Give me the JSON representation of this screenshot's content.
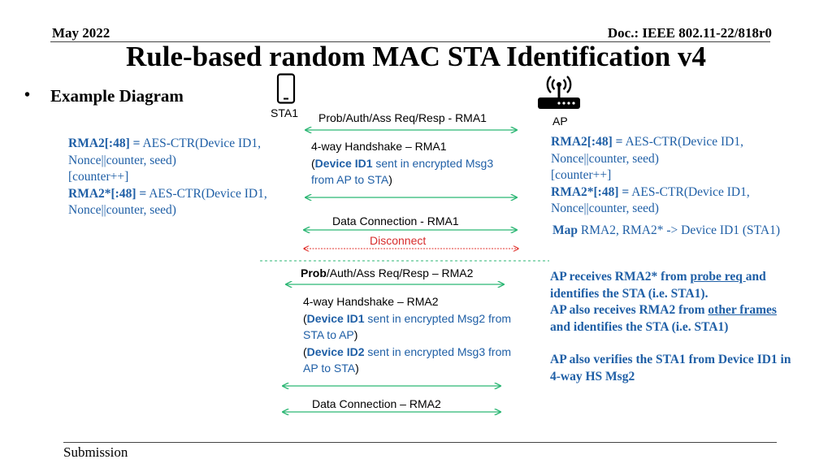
{
  "header": {
    "date": "May 2022",
    "doc": "Doc.: IEEE 802.11-22/818r0"
  },
  "title": "Rule-based random MAC STA Identification v4",
  "bullet": {
    "symbol": "•",
    "text": "Example Diagram"
  },
  "devices": {
    "sta_label": "STA1",
    "ap_label": "AP",
    "sta_icon": "smartphone-icon",
    "ap_icon": "wifi-router-icon"
  },
  "sta_calc": {
    "line1_bold": "RMA2[:48] =",
    "line1_rest": " AES-CTR(Device ID1,",
    "line2": "Nonce||counter, seed)",
    "line3": "[counter++]",
    "line4_bold": "RMA2*[:48] =",
    "line4_rest": " AES-CTR(Device ID1,",
    "line5": "Nonce||counter, seed)"
  },
  "ap_calc": {
    "line1_bold": "RMA2[:48] =",
    "line1_rest": " AES-CTR(Device ID1,",
    "line2": "Nonce||counter, seed)",
    "line3": "[counter++]",
    "line4_bold": "RMA2*[:48] =",
    "line4_rest": " AES-CTR(Device ID1,",
    "line5": "Nonce||counter, seed)",
    "map_bold": "Map",
    "map_rest": " RMA2, RMA2* -> Device ID1 (STA1)"
  },
  "phase1": {
    "probe": "Prob/Auth/Ass Req/Resp - RMA1",
    "hs_line1": "4-way Handshake – RMA1",
    "hs_open": "(",
    "hs_bold": "Device ID1",
    "hs_rest": " sent in encrypted Msg3",
    "hs_line3": "from AP to STA",
    "hs_close": ")",
    "data": "Data Connection - RMA1",
    "disconnect": "Disconnect"
  },
  "phase2": {
    "probe_bold": "Prob",
    "probe_rest": "/Auth/Ass Req/Resp – RMA2",
    "hs_line1": "4-way Handshake – RMA2",
    "m2_open": "(",
    "m2_bold": "Device ID1",
    "m2_rest": " sent in encrypted Msg2 from",
    "m2_line3": "STA to AP",
    "m2_close": ")",
    "m3_open": "(",
    "m3_bold": "Device ID2",
    "m3_rest": " sent in encrypted Msg3 from",
    "m3_line5": "AP to STA",
    "m3_close": ")",
    "data": "Data Connection – RMA2"
  },
  "ap_notes": {
    "n1_a": "AP receives RMA2* from ",
    "n1_link": "probe req ",
    "n1_b": "and",
    "n2": "identifies the STA (i.e. STA1).",
    "n3_a": "AP also receives RMA2 from ",
    "n3_link": "other frames",
    "n4": "and identifies the STA (i.e. STA1)",
    "n5": "AP also verifies the STA1 from Device ID1 in",
    "n6": "4-way HS Msg2"
  },
  "footer": {
    "submission": "Submission"
  },
  "colors": {
    "arrow": "#2bb673",
    "disconnect": "#e0302b",
    "text_blue": "#1f5fa6",
    "divider": "#2bb673"
  }
}
